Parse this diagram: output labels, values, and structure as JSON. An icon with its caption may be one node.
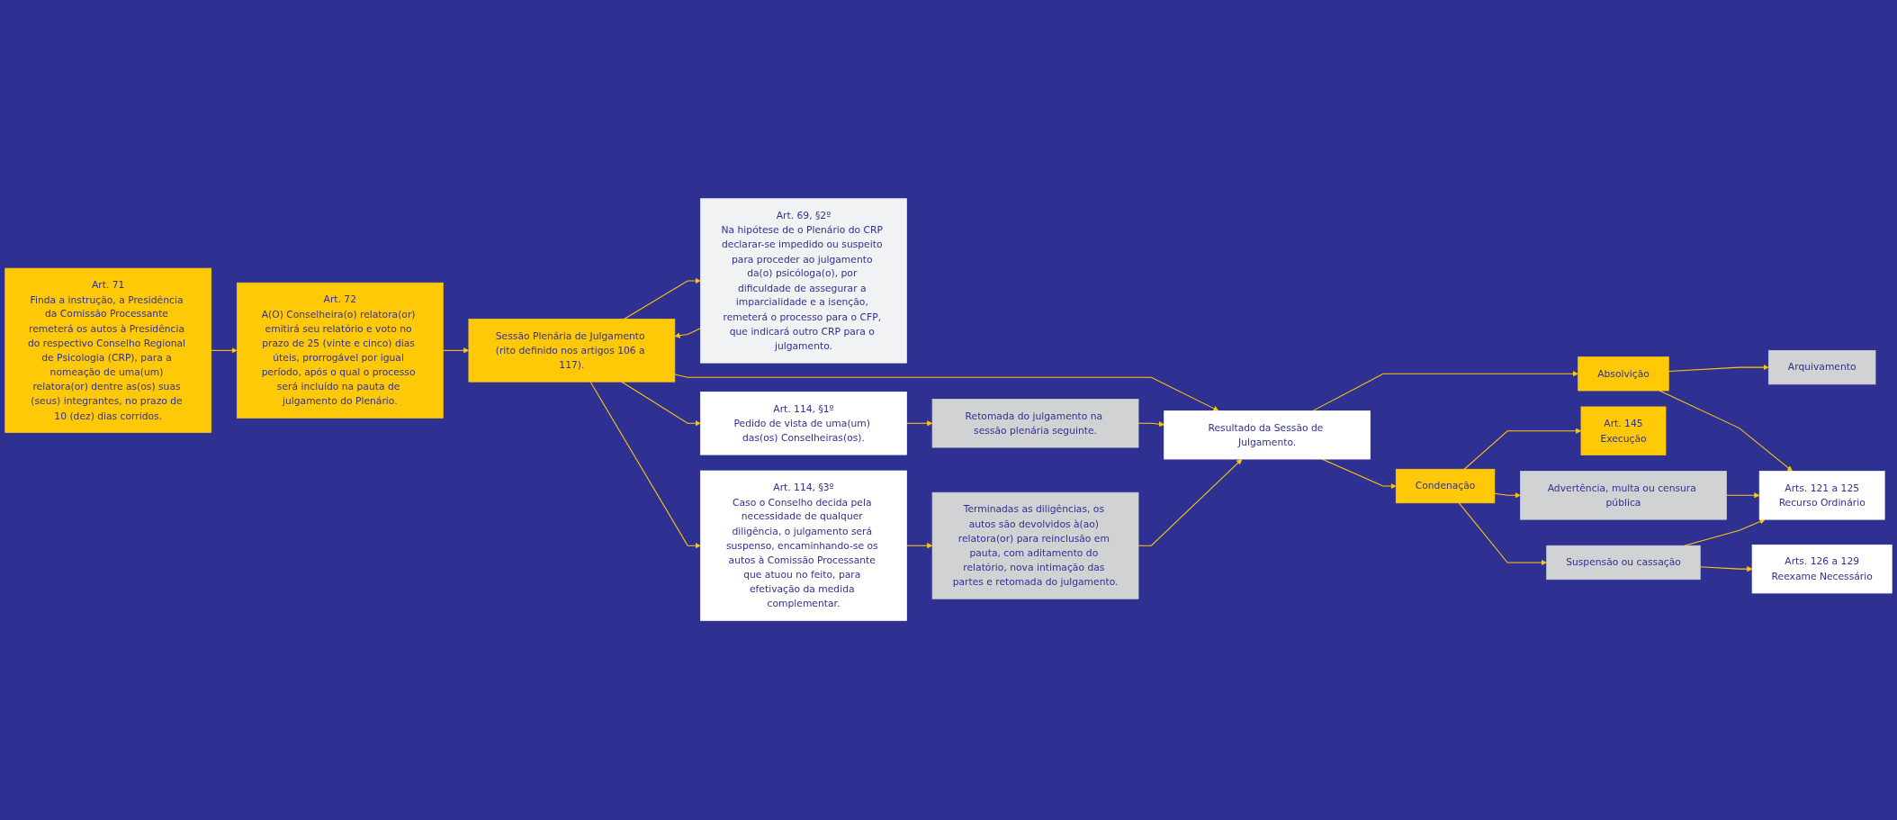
{
  "diagram": {
    "nodes": [
      {
        "text": [
          "Art. 71",
          "Finda a instrução, a Presidência da Comissão Processante remeterá os autos à Presidência do respectivo Conselho Regional de Psicologia (CRP), para a nomeação de uma(um) relatora(or) dentre as(os) suas (seus) integrantes, no prazo de 10 (dez) dias corridos."
        ]
      },
      {
        "text": [
          "Art. 72",
          "A(O) Conselheira(o) relatora(or) emitirá seu relatório e voto no prazo de 25 (vinte e cinco) dias úteis, prorrogável por igual período, após o qual o processo será incluído na pauta de julgamento do Plenário."
        ]
      },
      {
        "text": [
          "Sessão Plenária de Julgamento (rito definido nos artigos 106 a 117)."
        ]
      },
      {
        "text": [
          "Art. 69, §2º",
          "Na hipótese de o Plenário do CRP declarar-se impedido ou suspeito para proceder ao julgamento da(o) psicóloga(o), por dificuldade de assegurar a imparcialidade e a isenção, remeterá o processo para o CFP, que indicará outro CRP para o julgamento."
        ]
      },
      {
        "text": [
          "Art. 114, §1º",
          "Pedido de vista de uma(um) das(os) Conselheiras(os)."
        ]
      },
      {
        "text": [
          "Art. 114, §3º",
          "Caso o Conselho decida pela necessidade de qualquer diligência, o julgamento será suspenso, encaminhando-se os autos à Comissão Processante que atuou no feito, para efetivação da medida complementar."
        ]
      },
      {
        "text": [
          "Retomada do julgamento na sessão plenária seguinte."
        ]
      },
      {
        "text": [
          "Terminadas as diligências, os autos são devolvidos à(ao) relatora(or) para reinclusão em pauta, com aditamento do relatório, nova intimação das partes e retomada do julgamento."
        ]
      },
      {
        "text": [
          "Resultado da Sessão de Julgamento."
        ]
      },
      {
        "text": [
          "Arquivamento"
        ]
      },
      {
        "text": [
          "Absolvição"
        ]
      },
      {
        "text": [
          "Art. 145",
          "Execução"
        ]
      },
      {
        "text": [
          "Condenação"
        ]
      },
      {
        "text": [
          "Advertência, multa ou censura pública"
        ]
      },
      {
        "text": [
          "Suspensão ou cassação"
        ]
      },
      {
        "text": [
          "Arts. 121 a 125",
          "Recurso Ordinário"
        ]
      },
      {
        "text": [
          "Arts. 126 a 129",
          "Reexame Necessário"
        ]
      }
    ],
    "edges": [
      {
        "from": 0,
        "to": 1,
        "arrow": "to"
      },
      {
        "from": 1,
        "to": 2,
        "arrow": "to"
      },
      {
        "from": 2,
        "to": 3,
        "arrow": "to"
      },
      {
        "from": 3,
        "to": 2,
        "arrow": "to"
      },
      {
        "from": 2,
        "to": 4,
        "arrow": "to"
      },
      {
        "from": 2,
        "to": 5,
        "arrow": "to"
      },
      {
        "from": 2,
        "to": 8,
        "arrow": "to"
      },
      {
        "from": 4,
        "to": 6,
        "arrow": "to"
      },
      {
        "from": 5,
        "to": 7,
        "arrow": "to"
      },
      {
        "from": 6,
        "to": 8,
        "arrow": "to"
      },
      {
        "from": 7,
        "to": 8,
        "arrow": "to"
      },
      {
        "from": 8,
        "to": 10,
        "arrow": "to"
      },
      {
        "from": 8,
        "to": 12,
        "arrow": "to"
      },
      {
        "from": 10,
        "to": 9,
        "arrow": "to"
      },
      {
        "from": 12,
        "to": 11,
        "arrow": "to"
      },
      {
        "from": 12,
        "to": 13,
        "arrow": "to"
      },
      {
        "from": 12,
        "to": 14,
        "arrow": "to"
      },
      {
        "from": 10,
        "to": 15,
        "arrow": "to"
      },
      {
        "from": 13,
        "to": 15,
        "arrow": "to"
      },
      {
        "from": 14,
        "to": 15,
        "arrow": "to"
      },
      {
        "from": 14,
        "to": 16,
        "arrow": "to"
      }
    ]
  }
}
